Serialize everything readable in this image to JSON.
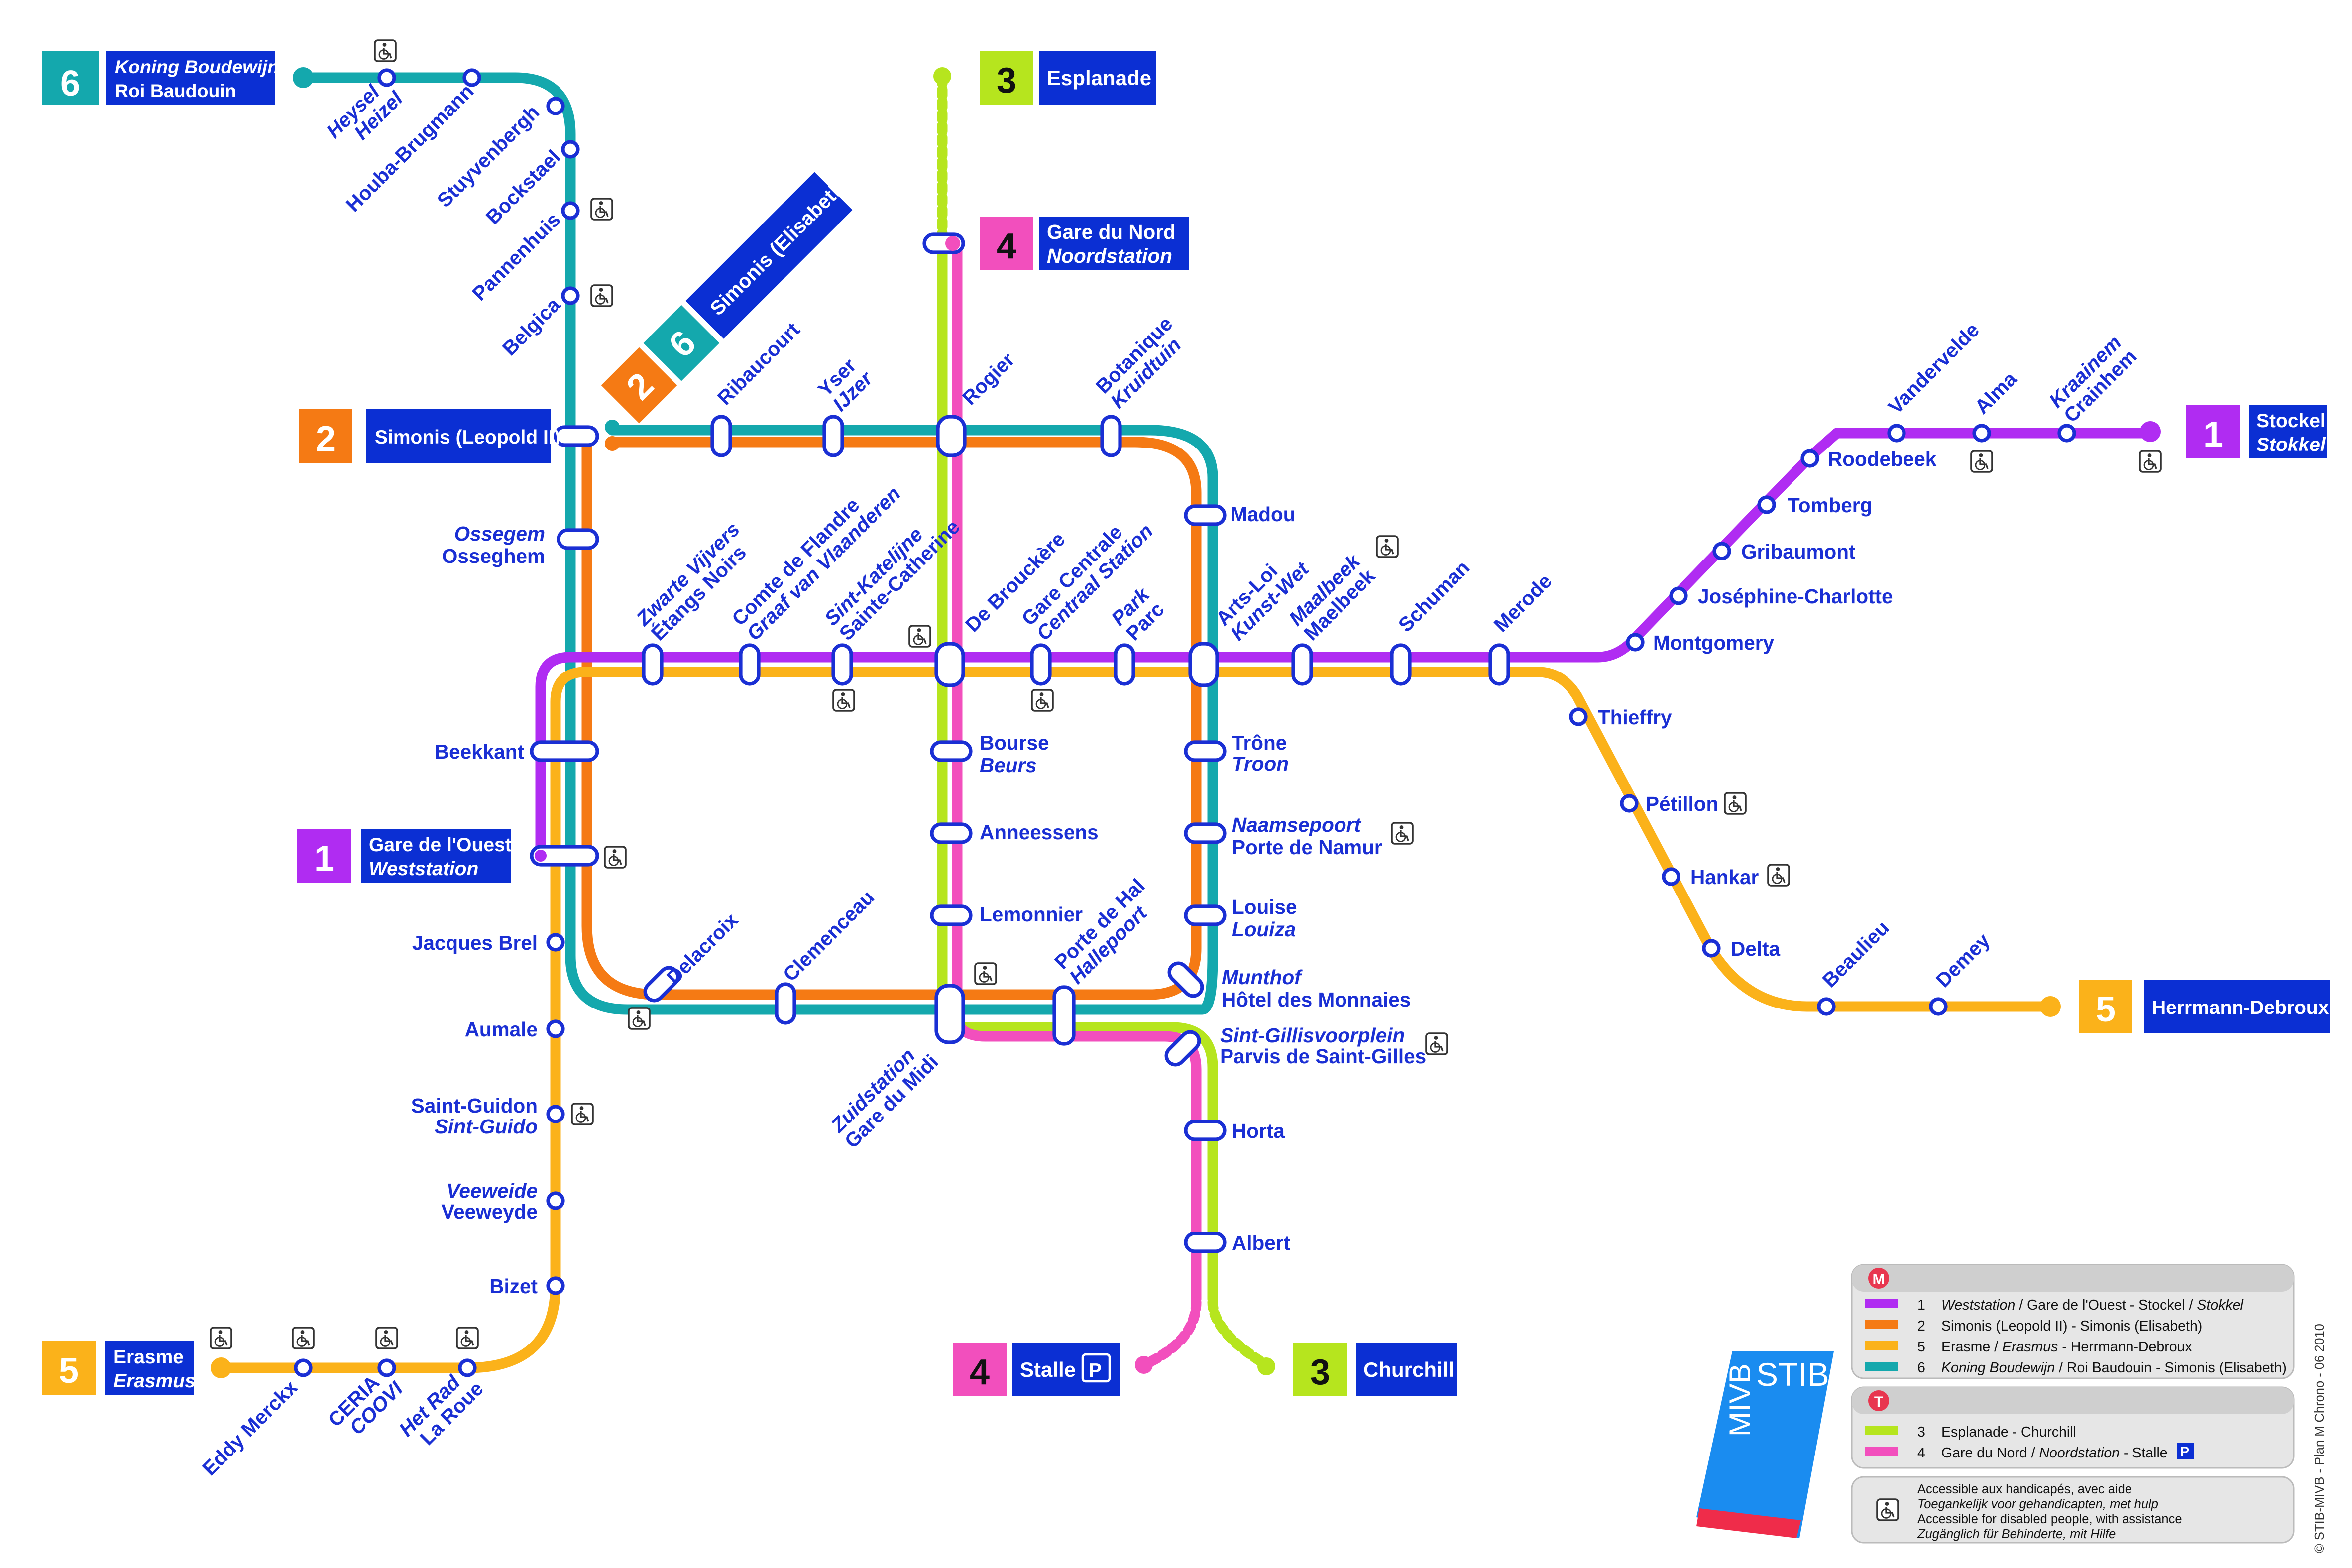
{
  "colors": {
    "line1": "#b02cf2",
    "line2": "#f57a14",
    "line5": "#fbb21a",
    "line6": "#14a8ad",
    "line3": "#b6e51e",
    "line4": "#f24fbd",
    "label_blue": "#1a2fd4",
    "box_blue": "#0b2fd3"
  },
  "terminals": {
    "l6_north": {
      "number": "6",
      "line1": "Koning Boudewijn",
      "line2": "Roi Baudouin"
    },
    "l3_north": {
      "number": "3",
      "line1": "Esplanade"
    },
    "l4_north": {
      "number": "4",
      "line1": "Gare du Nord",
      "line2": "Noordstation"
    },
    "l26": {
      "number_a": "2",
      "number_b": "6",
      "line1": "Simonis (Elisabeth)"
    },
    "l2": {
      "number": "2",
      "line1": "Simonis (Leopold II)"
    },
    "l1_east": {
      "number": "1",
      "line1": "Stockel",
      "line2": "Stokkel"
    },
    "l1_west": {
      "number": "1",
      "line1": "Gare de l'Ouest",
      "line2": "Weststation"
    },
    "l5_east": {
      "number": "5",
      "line1": "Herrmann-Debroux"
    },
    "l5_west": {
      "number": "5",
      "line1": "Erasme",
      "line2": "Erasmus"
    },
    "l4_south": {
      "number": "4",
      "line1": "Stalle",
      "parking": "P"
    },
    "l3_south": {
      "number": "3",
      "line1": "Churchill"
    }
  },
  "stations": {
    "heysel": [
      "Heysel",
      "Heizel"
    ],
    "houba": "Houba-Brugmann",
    "stuyvenbergh": "Stuyvenbergh",
    "bockstael": "Bockstael",
    "pannenhuis": "Pannenhuis",
    "belgica": "Belgica",
    "ribaucourt": "Ribaucourt",
    "yser": [
      "Yser",
      "IJzer"
    ],
    "rogier": "Rogier",
    "botanique": [
      "Botanique",
      "Kruidtuin"
    ],
    "madou": "Madou",
    "ossegem": [
      "Ossegem",
      "Osseghem"
    ],
    "zwarte": [
      "Zwarte Vijvers",
      "Étangs Noirs"
    ],
    "comte": [
      "Comte de Flandre",
      "Graaf van Vlaanderen"
    ],
    "stecath": [
      "Sint-Katelijne",
      "Sainte-Catherine"
    ],
    "debrouckere": "De Brouckère",
    "garecentrale": [
      "Gare Centrale",
      "Centraal Station"
    ],
    "park": [
      "Park",
      "Parc"
    ],
    "artsloi": [
      "Arts-Loi",
      "Kunst-Wet"
    ],
    "maalbeek": [
      "Maalbeek",
      "Maelbeek"
    ],
    "schuman": "Schuman",
    "merode": "Merode",
    "montgomery": "Montgomery",
    "josephine": "Joséphine-Charlotte",
    "gribaumont": "Gribaumont",
    "tomberg": "Tomberg",
    "roodebeek": "Roodebeek",
    "vandervelde": "Vandervelde",
    "alma": "Alma",
    "kraainem": [
      "Kraainem",
      "Crainhem"
    ],
    "thieffry": "Thieffry",
    "petillon": "Pétillon",
    "hankar": "Hankar",
    "delta": "Delta",
    "beaulieu": "Beaulieu",
    "demey": "Demey",
    "beekkant": "Beekkant",
    "bourse": [
      "Bourse",
      "Beurs"
    ],
    "anneessens": "Anneessens",
    "lemonnier": "Lemonnier",
    "trone": [
      "Trône",
      "Troon"
    ],
    "naamsepoort": [
      "Naamsepoort",
      "Porte de Namur"
    ],
    "louise": [
      "Louise",
      "Louiza"
    ],
    "munthof": [
      "Munthof",
      "Hôtel des Monnaies"
    ],
    "jacquesbrel": "Jacques Brel",
    "aumale": "Aumale",
    "saintguidon": [
      "Saint-Guidon",
      "Sint-Guido"
    ],
    "veeweide": [
      "Veeweide",
      "Veeweyde"
    ],
    "bizet": "Bizet",
    "delacroix": "Delacroix",
    "clemenceau": "Clemenceau",
    "zuid": [
      "Zuidstation",
      "Gare du Midi"
    ],
    "portedehal": [
      "Porte de Hal",
      "Hallepoort"
    ],
    "stgilles": [
      "Sint-Gillisvoorplein",
      "Parvis de Saint-Gilles"
    ],
    "horta": "Horta",
    "albert": "Albert",
    "eddy": "Eddy Merckx",
    "ceria": [
      "CERIA",
      "COOVI"
    ],
    "hetrad": [
      "Het Rad",
      "La Roue"
    ]
  },
  "legend": {
    "metro_badge": "M",
    "tram_badge": "T",
    "metro": [
      {
        "num": "1",
        "a": "Weststation",
        "b": " / Gare de l'Ouest - Stockel / ",
        "c": "Stokkel"
      },
      {
        "num": "2",
        "a": "",
        "b": "Simonis (Leopold II) - Simonis (Elisabeth)",
        "c": ""
      },
      {
        "num": "5",
        "a": "",
        "b": "Erasme / ",
        "c": "Erasmus",
        "d": " - Herrmann-Debroux"
      },
      {
        "num": "6",
        "a": "Koning Boudewijn",
        "b": " / Roi Baudouin - Simonis (Elisabeth)",
        "c": ""
      }
    ],
    "tram": [
      {
        "num": "3",
        "text": "Esplanade - Churchill"
      },
      {
        "num": "4",
        "text": "Gare du Nord / ",
        "it": "Noordstation",
        "end": " - Stalle",
        "parking": "P"
      }
    ],
    "access": [
      "Accessible aux handicapés, avec aide",
      "Toegankelijk voor gehandicapten, met hulp",
      "Accessible for disabled people, with assistance",
      "Zugänglich für Behinderte, mit Hilfe"
    ]
  },
  "logo": {
    "a": "MIVB",
    "b": "STIB"
  },
  "credit": "© STIB-MIVB - Plan M Chrono - 06 2010"
}
